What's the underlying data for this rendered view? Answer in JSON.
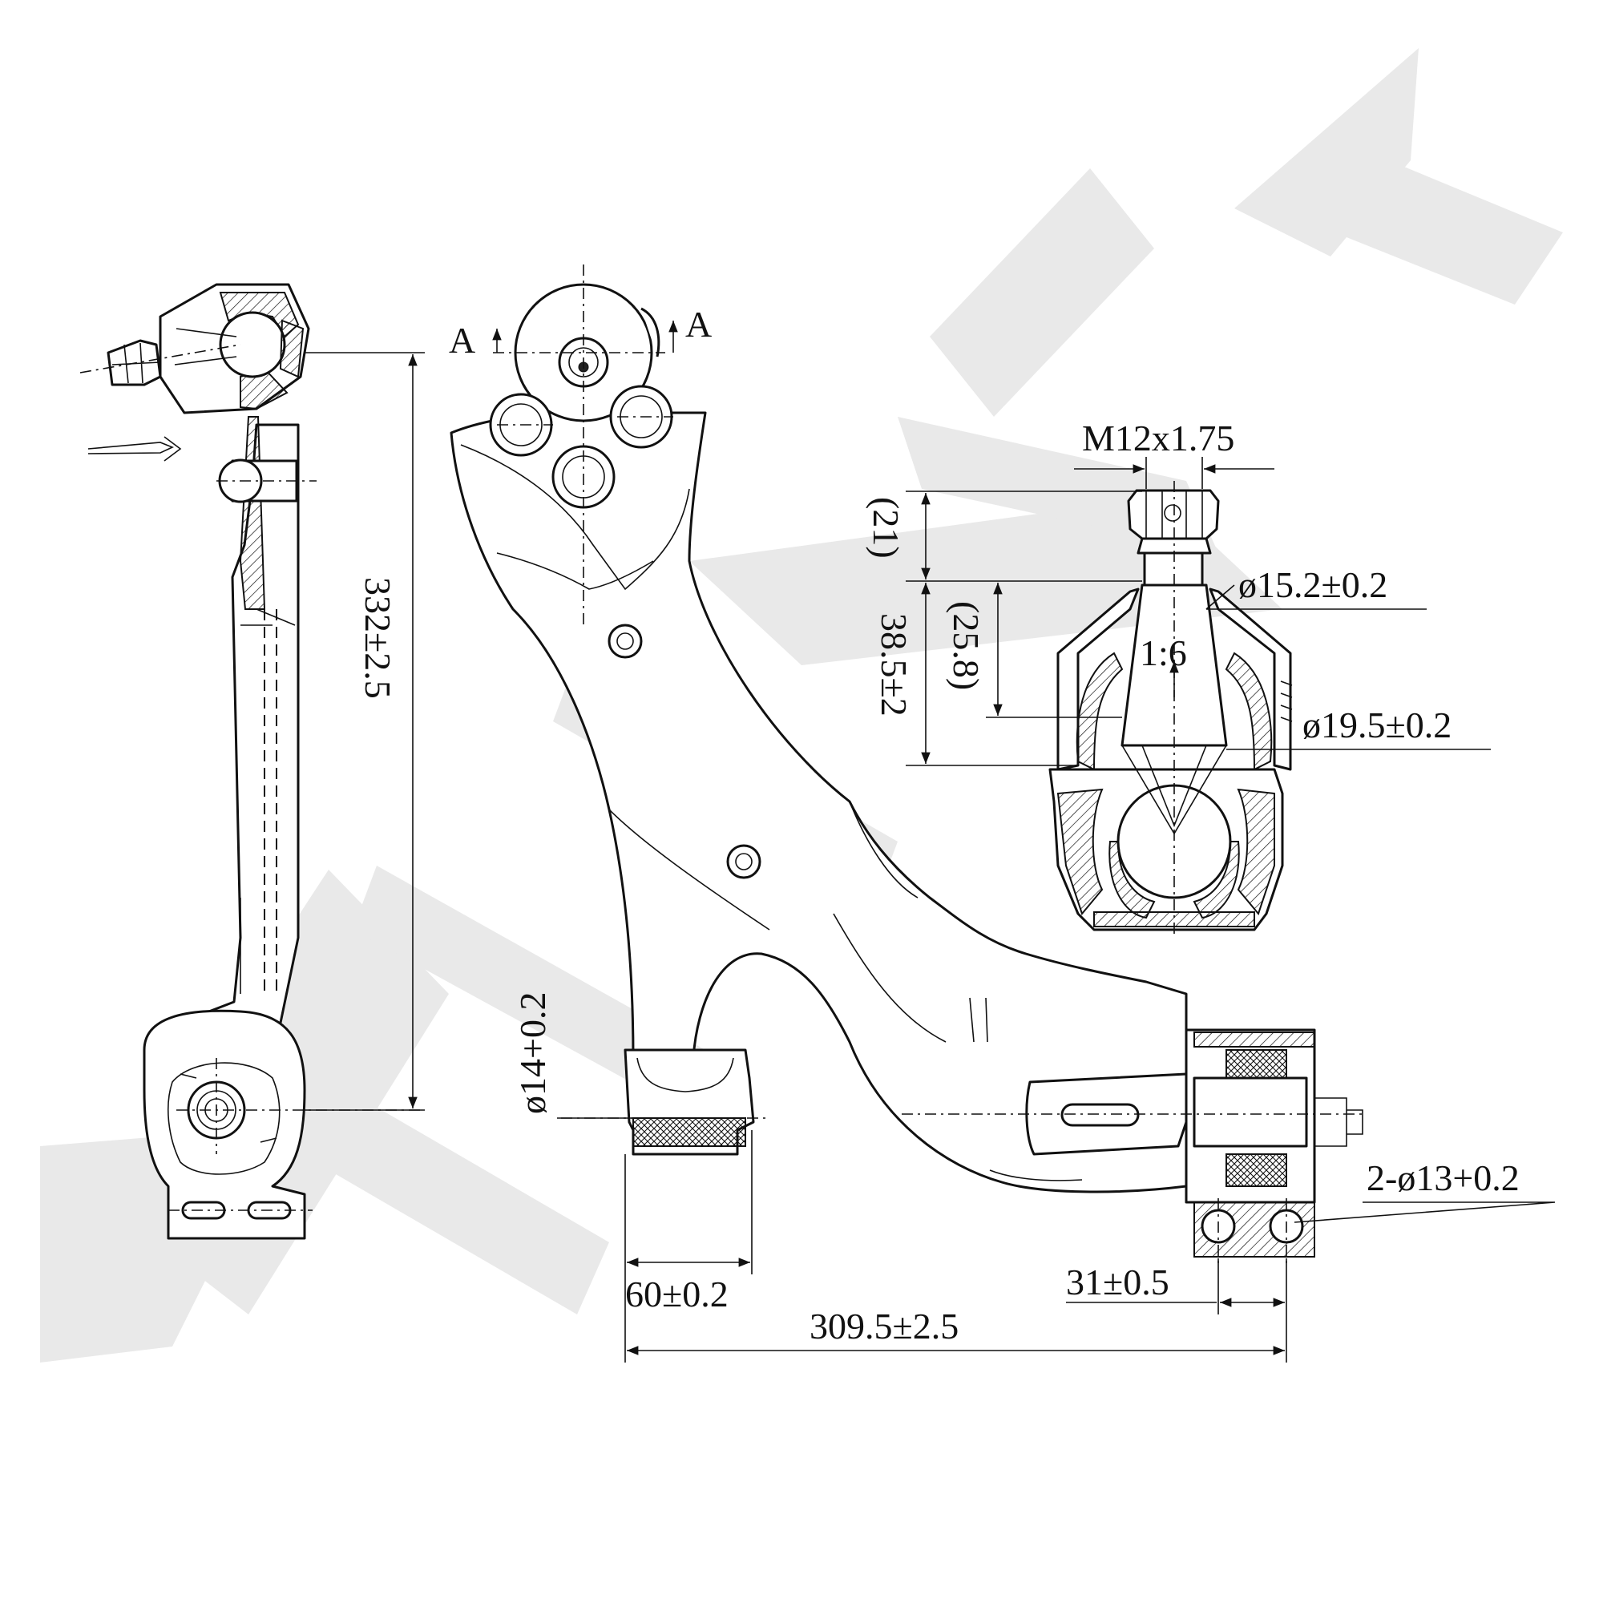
{
  "watermark": "ZENWEK",
  "section_labels": [
    "A",
    "A"
  ],
  "dimensions": {
    "thread": "M12x1.75",
    "ref_21": "(21)",
    "ref_25_8": "(25.8)",
    "height_38_5": "38.5±2",
    "taper": "1:6",
    "dia_15_2": "ø15.2±0.2",
    "dia_19_5": "ø19.5±0.2",
    "length_332": "332±2.5",
    "dia_14": "ø14+0.2",
    "width_60": "60±0.2",
    "length_309_5": "309.5±2.5",
    "spacing_31": "31±0.5",
    "holes_2_dia_13": "2-ø13+0.2"
  },
  "colors": {
    "line": "#111111",
    "watermark": "#e9e9e9",
    "background": "#ffffff"
  }
}
